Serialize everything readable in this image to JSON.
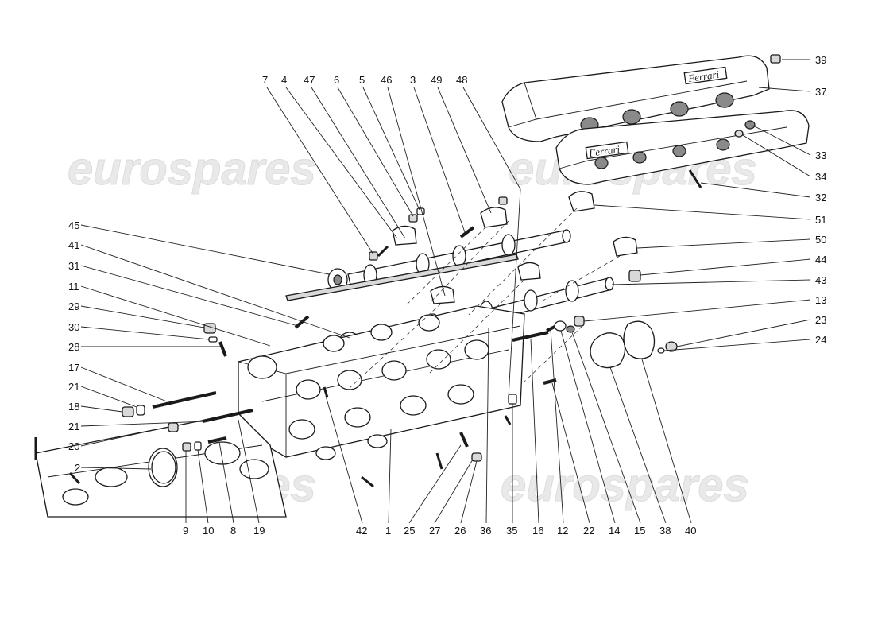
{
  "watermark": "eurospares",
  "brand_mark": "Ferrari",
  "callouts": [
    {
      "n": "7"
    },
    {
      "n": "4"
    },
    {
      "n": "47"
    },
    {
      "n": "6"
    },
    {
      "n": "5"
    },
    {
      "n": "46"
    },
    {
      "n": "3"
    },
    {
      "n": "49"
    },
    {
      "n": "48"
    },
    {
      "n": "39"
    },
    {
      "n": "37"
    },
    {
      "n": "33"
    },
    {
      "n": "34"
    },
    {
      "n": "32"
    },
    {
      "n": "51"
    },
    {
      "n": "50"
    },
    {
      "n": "44"
    },
    {
      "n": "43"
    },
    {
      "n": "13"
    },
    {
      "n": "23"
    },
    {
      "n": "24"
    },
    {
      "n": "45"
    },
    {
      "n": "41"
    },
    {
      "n": "31"
    },
    {
      "n": "11"
    },
    {
      "n": "29"
    },
    {
      "n": "30"
    },
    {
      "n": "28"
    },
    {
      "n": "17"
    },
    {
      "n": "21"
    },
    {
      "n": "18"
    },
    {
      "n": "21"
    },
    {
      "n": "20"
    },
    {
      "n": "2"
    },
    {
      "n": "9"
    },
    {
      "n": "10"
    },
    {
      "n": "8"
    },
    {
      "n": "19"
    },
    {
      "n": "42"
    },
    {
      "n": "1"
    },
    {
      "n": "25"
    },
    {
      "n": "27"
    },
    {
      "n": "26"
    },
    {
      "n": "36"
    },
    {
      "n": "35"
    },
    {
      "n": "16"
    },
    {
      "n": "12"
    },
    {
      "n": "22"
    },
    {
      "n": "14"
    },
    {
      "n": "15"
    },
    {
      "n": "38"
    },
    {
      "n": "40"
    }
  ]
}
